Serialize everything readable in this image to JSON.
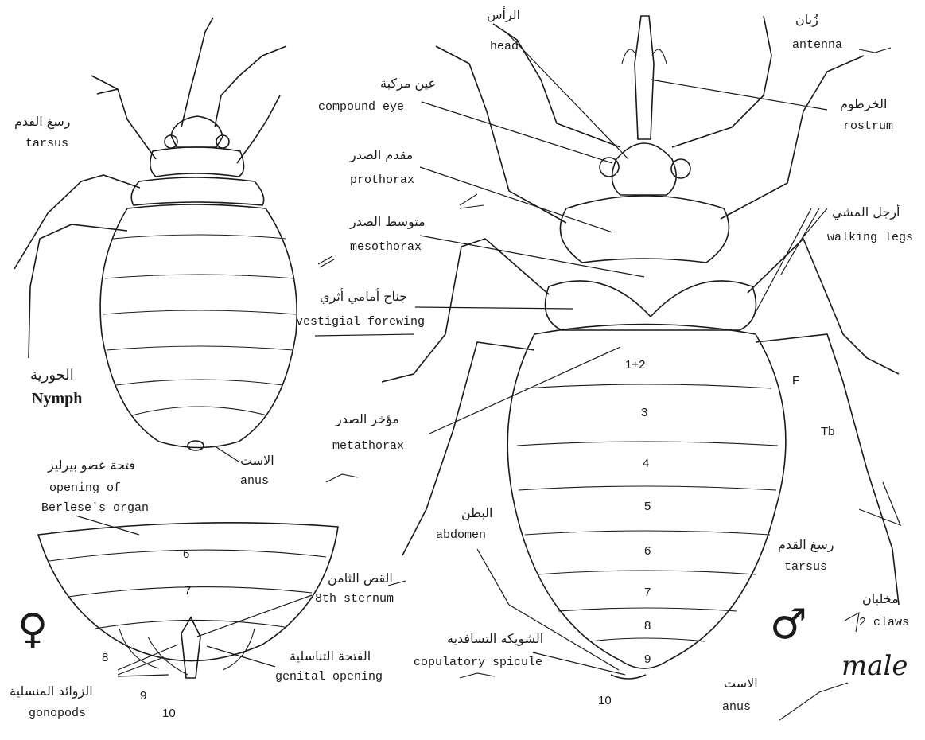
{
  "labels": {
    "tarsus_left_ar": "رسغ القدم",
    "tarsus_left_en": "tarsus",
    "nymph_ar": "الحورية",
    "nymph_en": "Nymph",
    "anus_nymph_ar": "الاست",
    "anus_nymph_en": "anus",
    "berlese_ar": "فتحة عضو بيرليز",
    "berlese_en_1": "opening of",
    "berlese_en_2": "Berlese's organ",
    "sternum8_ar": "القص الثامن",
    "sternum8_en": "8th sternum",
    "genital_ar": "الفتحة التناسلية",
    "genital_en": "genital opening",
    "gonopods_ar": "الزوائد المنسلية",
    "gonopods_en": "gonopods",
    "head_ar": "الرأس",
    "head_en": "head",
    "antenna_ar": "زُبان",
    "antenna_en": "antenna",
    "eye_ar": "عين مركبة",
    "eye_en": "compound eye",
    "rostrum_ar": "الخرطوم",
    "rostrum_en": "rostrum",
    "prothorax_ar": "مقدم الصدر",
    "prothorax_en": "prothorax",
    "mesothorax_ar": "متوسط الصدر",
    "mesothorax_en": "mesothorax",
    "legs_ar": "أرجل المشي",
    "legs_en": "walking legs",
    "forewing_ar": "جناح أمامي أثري",
    "forewing_en": "vestigial forewing",
    "metathorax_ar": "مؤخر الصدر",
    "metathorax_en": "metathorax",
    "abdomen_ar": "البطن",
    "abdomen_en": "abdomen",
    "tarsus_right_ar": "رسغ القدم",
    "tarsus_right_en": "tarsus",
    "claws_ar": "مخلبان",
    "claws_en": "2 claws",
    "spicule_ar": "الشويكة التسافدية",
    "spicule_en": "copulatory spicule",
    "anus_male_ar": "الاست",
    "anus_male_en": "anus",
    "F": "F",
    "Tb": "Tb",
    "male_word": "male"
  },
  "symbols": {
    "female": "♀",
    "male": "♂"
  },
  "segment_numbers": {
    "male": [
      "1+2",
      "3",
      "4",
      "5",
      "6",
      "7",
      "8",
      "9",
      "10"
    ],
    "female": [
      "6",
      "7",
      "8",
      "9",
      "10"
    ]
  }
}
